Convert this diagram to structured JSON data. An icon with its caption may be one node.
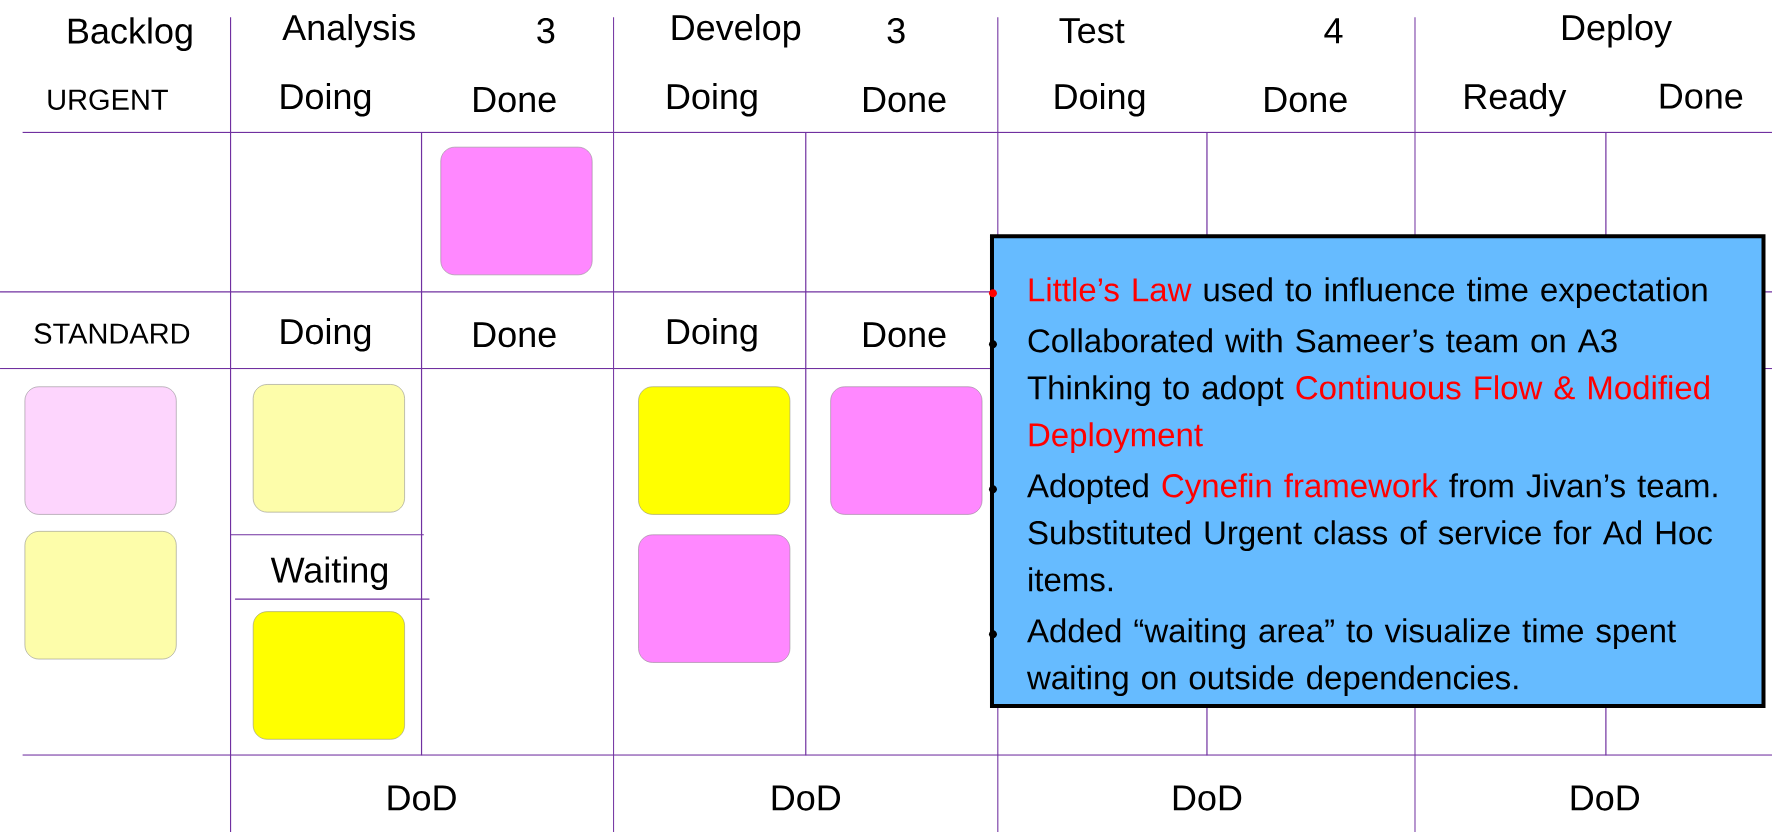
{
  "diagram": {
    "nodes": [
      {
        "text": [],
        "shape": "box"
      },
      {
        "text": [],
        "shape": "box"
      },
      {
        "text": [],
        "shape": "box"
      },
      {
        "text": [],
        "shape": "box"
      },
      {
        "text": [],
        "shape": "box"
      },
      {
        "text": [],
        "shape": "box"
      },
      {
        "text": [],
        "shape": "box"
      },
      {
        "text": [],
        "shape": "box"
      },
      {
        "text": [
          "**Little’s Law** used to influence time expectation",
          "Collaborated with Sameer’s team on A3 Thinking to adopt **Continuous Flow & Modified Deployment**",
          "Adopted **Cynefin framework** from Jivan’s team.  Substituted Urgent class of service for Ad Hoc items.",
          "Added “waiting area” to visualize time spent waiting on outside dependencies."
        ]
      }
    ],
    "labels": [
      "Backlog",
      "Analysis",
      "3",
      "Develop",
      "3",
      "Test",
      "4",
      "Deploy",
      "URGENT",
      "Doing",
      "Done",
      "Doing",
      "Done",
      "Doing",
      "Done",
      "Ready",
      "Done",
      "STANDARD",
      "Doing",
      "Done",
      "Doing",
      "Done",
      "Waiting",
      "DoD",
      "DoD",
      "DoD",
      "DoD"
    ]
  }
}
